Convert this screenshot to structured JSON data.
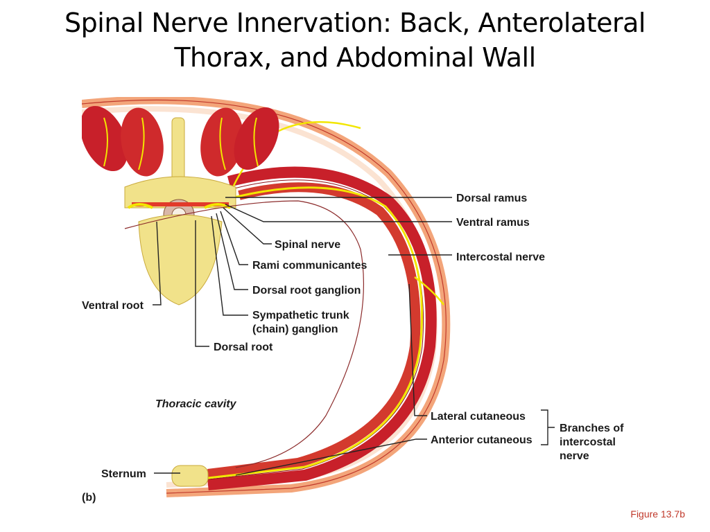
{
  "slide": {
    "title_line1": "Spinal Nerve Innervation: Back, Anterolateral",
    "title_line2": "Thorax, and Abdominal Wall",
    "figure_ref": "Figure 13.7b"
  },
  "figure": {
    "panel_letter": "(b)",
    "labels": {
      "dorsal_ramus": "Dorsal ramus",
      "ventral_ramus": "Ventral ramus",
      "spinal_nerve": "Spinal nerve",
      "intercostal_nerve": "Intercostal nerve",
      "rami_communicantes": "Rami communicantes",
      "dorsal_root_ganglion": "Dorsal root ganglion",
      "ventral_root": "Ventral root",
      "sympathetic_trunk_1": "Sympathetic trunk",
      "sympathetic_trunk_2": "(chain) ganglion",
      "dorsal_root": "Dorsal root",
      "thoracic_cavity": "Thoracic cavity",
      "lateral_cutaneous": "Lateral cutaneous",
      "anterior_cutaneous": "Anterior cutaneous",
      "branches_1": "Branches of",
      "branches_2": "intercostal",
      "branches_3": "nerve",
      "sternum": "Sternum"
    },
    "colors": {
      "muscle": "#c8202a",
      "muscle_light": "#e0483a",
      "skin": "#f3a57a",
      "nerve": "#f2e600",
      "bone": "#f1e28a",
      "bone_dark": "#c9a93a",
      "cord": "#d9b7a8",
      "figure_ref": "#c0392b"
    }
  }
}
